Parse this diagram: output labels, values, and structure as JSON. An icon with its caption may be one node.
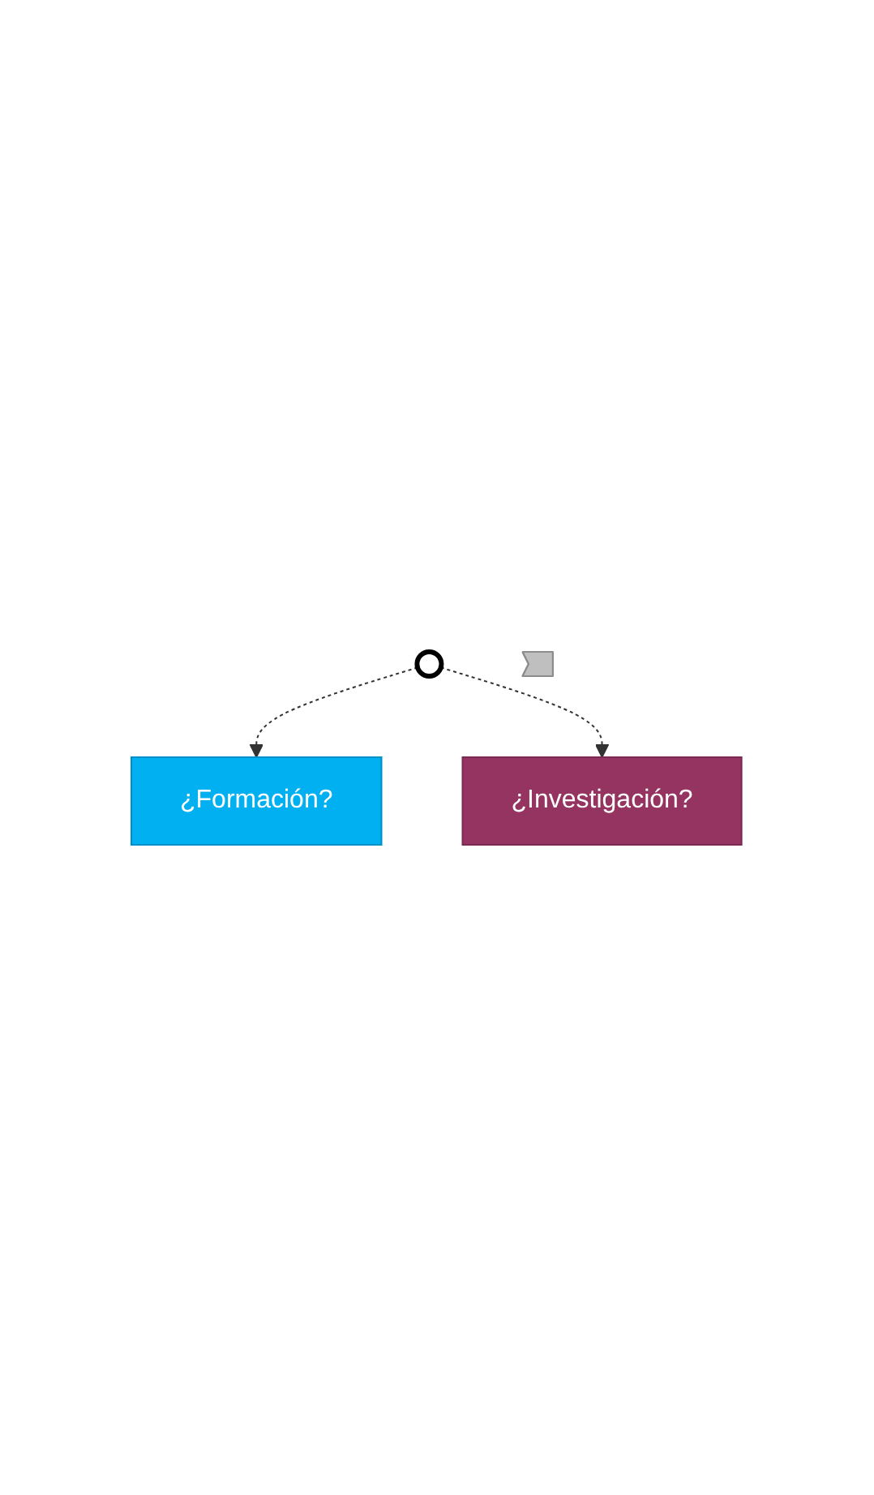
{
  "diagram": {
    "nodes": [
      {
        "text": [
          "¿Formación?"
        ]
      },
      {
        "text": [],
        "shape": "circle"
      },
      {
        "text": [
          "¿Investigación?"
        ]
      },
      {
        "text": [],
        "shape": "arrow"
      }
    ],
    "edges": [
      {
        "from": 1,
        "to": 0,
        "arrow": "to",
        "style": "dashed"
      },
      {
        "from": 1,
        "to": 2,
        "arrow": "to",
        "style": "dashed"
      }
    ]
  }
}
